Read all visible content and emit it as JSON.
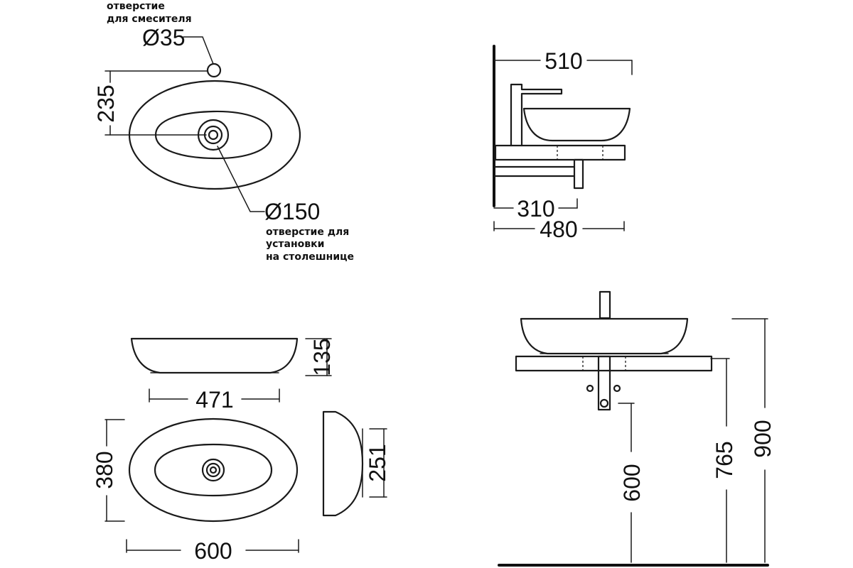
{
  "labels": {
    "mixer_hole_note_1": "отверстие",
    "mixer_hole_note_2": "для смесителя",
    "mixer_hole_diameter": "Ø35",
    "top_depth": "235",
    "drain_hole_diameter": "Ø150",
    "drain_hole_note_1": "отверстие для",
    "drain_hole_note_2": "установки",
    "drain_hole_note_3": "на столешнице",
    "side_projection": "510",
    "side_bracket_depth": "310",
    "side_counter_depth": "480",
    "front_height": "135",
    "front_inner_width": "471",
    "plan_depth": "380",
    "plan_width": "600",
    "end_inner_depth": "251",
    "install_drain_height": "600",
    "install_counter_height": "765",
    "install_rim_height": "900"
  }
}
